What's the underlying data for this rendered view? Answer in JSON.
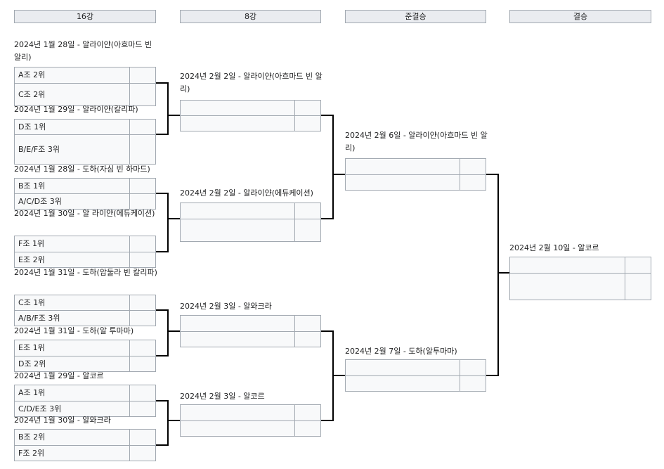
{
  "rounds": [
    "16강",
    "8강",
    "준결승",
    "결승"
  ],
  "r16": [
    {
      "date": "2024년 1월 28일 - 알라이얀(아흐마드 빈 알리)",
      "teams": [
        "A조 2위",
        "C조 2위"
      ]
    },
    {
      "date": "2024년 1월 29일 - 알라이얀(칼리파)",
      "teams": [
        "D조 1위",
        "B/E/F조 3위"
      ]
    },
    {
      "date": "2024년 1월 28일 - 도하(자심 빈 하마드)",
      "teams": [
        "B조 1위",
        "A/C/D조 3위"
      ]
    },
    {
      "date": "2024년 1월 30일 - 알 라이얀(에듀케이션)",
      "teams": [
        "F조 1위",
        "E조 2위"
      ]
    },
    {
      "date": "2024년 1월 31일 - 도하(압둘라 빈 칼리파)",
      "teams": [
        "C조 1위",
        "A/B/F조 3위"
      ]
    },
    {
      "date": "2024년 1월 31일 - 도하(알 투마마)",
      "teams": [
        "E조 1위",
        "D조 2위"
      ]
    },
    {
      "date": "2024년 1월 29일 - 알코르",
      "teams": [
        "A조 1위",
        "C/D/E조 3위"
      ]
    },
    {
      "date": "2024년 1월 30일 - 알와크라",
      "teams": [
        "B조 2위",
        "F조 2위"
      ]
    }
  ],
  "qf": [
    {
      "date": "2024년 2월 2일 - 알라이얀(아흐마드 빈 알리)",
      "teams": [
        "",
        ""
      ]
    },
    {
      "date": "2024년 2월 2일 - 알라이얀(에듀케이션)",
      "teams": [
        "",
        ""
      ]
    },
    {
      "date": "2024년 2월 3일 - 알와크라",
      "teams": [
        "",
        ""
      ]
    },
    {
      "date": "2024년 2월 3일 - 알코르",
      "teams": [
        "",
        ""
      ]
    }
  ],
  "sf": [
    {
      "date": "2024년 2월 6일 - 알라이얀(아흐마드 빈 알리)",
      "teams": [
        "",
        ""
      ]
    },
    {
      "date": "2024년 2월 7일 - 도하(알투마마)",
      "teams": [
        "",
        ""
      ]
    }
  ],
  "final": [
    {
      "date": "2024년 2월 10일 - 알코르",
      "teams": [
        "",
        ""
      ]
    }
  ]
}
